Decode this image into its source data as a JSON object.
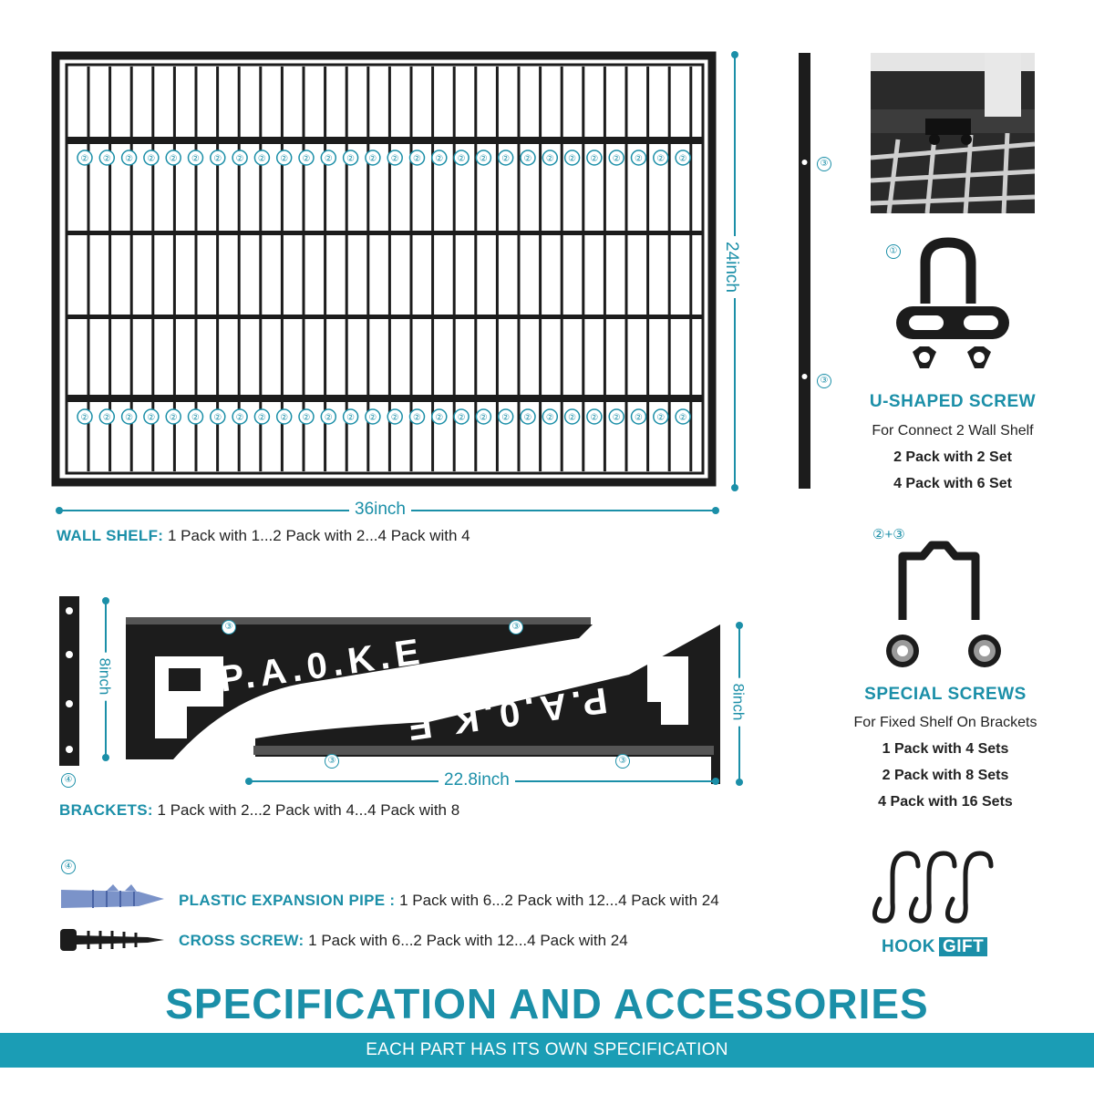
{
  "wall_shelf": {
    "width_label": "36inch",
    "height_label": "24inch",
    "caption_title": "WALL SHELF:",
    "caption_text": " 1 Pack with 1...2 Pack with 2...4 Pack with 4",
    "marker_2": "②",
    "marker_3": "③"
  },
  "brackets": {
    "height_label_left": "8inch",
    "height_label_right": "8inch",
    "length_label": "22.8inch",
    "caption_title": "BRACKETS:",
    "caption_text": " 1 Pack with 2...2 Pack with 4...4 Pack with 8",
    "brand_text": "P.A.0.K.E",
    "marker_3": "③",
    "marker_4": "④"
  },
  "small_parts": {
    "marker_4": "④",
    "expansion_title": "PLASTIC EXPANSION PIPE :",
    "expansion_text": " 1 Pack with 6...2 Pack with 12...4 Pack with 24",
    "cross_title": "CROSS SCREW:",
    "cross_text": " 1 Pack with 6...2 Pack with 12...4 Pack with 24"
  },
  "u_screw": {
    "marker": "①",
    "title": "U-SHAPED SCREW",
    "line1": "For Connect 2 Wall Shelf",
    "line2": "2 Pack with 2 Set",
    "line3": "4 Pack with 6 Set"
  },
  "special_screws": {
    "marker": "②+③",
    "title": "SPECIAL SCREWS",
    "line1": "For Fixed Shelf On Brackets",
    "line2": "1 Pack with 4 Sets",
    "line3": "2 Pack with 8 Sets",
    "line4": "4 Pack with 16 Sets"
  },
  "hook": {
    "label": "HOOK",
    "gift": "GIFT"
  },
  "footer": {
    "title": "SPECIFICATION AND ACCESSORIES",
    "subtitle": "EACH PART HAS ITS OWN SPECIFICATION"
  },
  "colors": {
    "accent": "#1b8fa8",
    "banner": "#1b9db5",
    "metal": "#1c1c1c"
  }
}
